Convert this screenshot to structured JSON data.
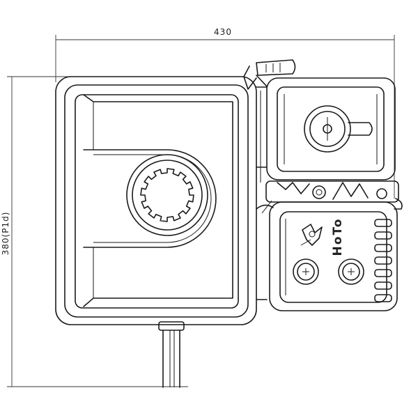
{
  "dimensions": {
    "width_label": "430",
    "height_label": "380(P1d)"
  },
  "logo": {
    "text": "HoTo"
  },
  "colors": {
    "stroke": "#1a1a1a",
    "background": "#ffffff"
  }
}
